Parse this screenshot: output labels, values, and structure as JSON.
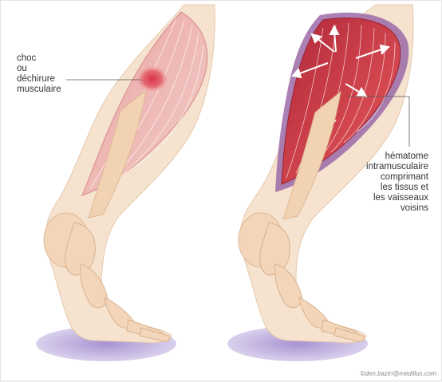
{
  "left_label": {
    "lines": [
      "choc",
      "ou",
      "déchirure",
      "musculaire"
    ]
  },
  "right_label": {
    "lines": [
      "hématome",
      "intramusculaire",
      "comprimant",
      "les tissus et",
      "les vaisseaux",
      "voisins"
    ]
  },
  "credit": "©den.bazin@medillus.com",
  "colors": {
    "muscle": "#d8454e",
    "bone": "#f3d6ba",
    "skin": "#f4e1cd",
    "shadow": "#b7a6d8",
    "hematoma": "#8a5fa0"
  }
}
